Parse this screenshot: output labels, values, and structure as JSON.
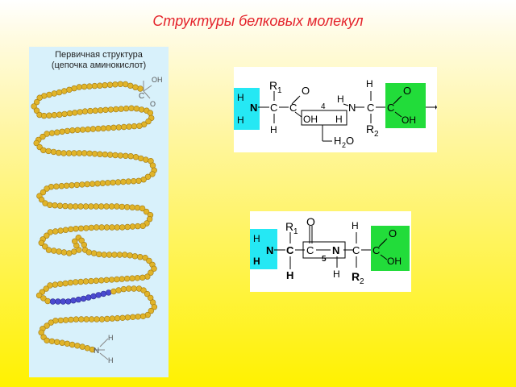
{
  "title": "Структуры белковых молекул",
  "primary_structure": {
    "caption_line1": "Первичная структура",
    "caption_line2": "(цепочка аминокислот)",
    "cooh_o": "O",
    "cooh_oh": "OH",
    "cooh_c": "C",
    "nh2_n": "N",
    "nh2_h": "H"
  },
  "reaction_formula": {
    "r1": "R",
    "r1_sub": "1",
    "r2": "R",
    "r2_sub": "2",
    "h": "H",
    "n": "N",
    "c": "C",
    "o": "O",
    "oh": "OH",
    "bond_number": "4",
    "water": "H",
    "water_sub": "2",
    "water_o": "O"
  },
  "dipeptide_formula": {
    "r1": "R",
    "r1_sub": "1",
    "r2": "R",
    "r2_sub": "2",
    "h": "H",
    "n": "N",
    "c": "C",
    "o": "O",
    "oh": "OH",
    "bond_number": "5"
  },
  "colors": {
    "title": "#e4222a",
    "amino_group": "#25e8f4",
    "carboxyl_group": "#22dc3a",
    "bead_gold": "#e0b42a",
    "bead_blue": "#4a4ad0",
    "panel_bg": "#d8f1fb"
  }
}
